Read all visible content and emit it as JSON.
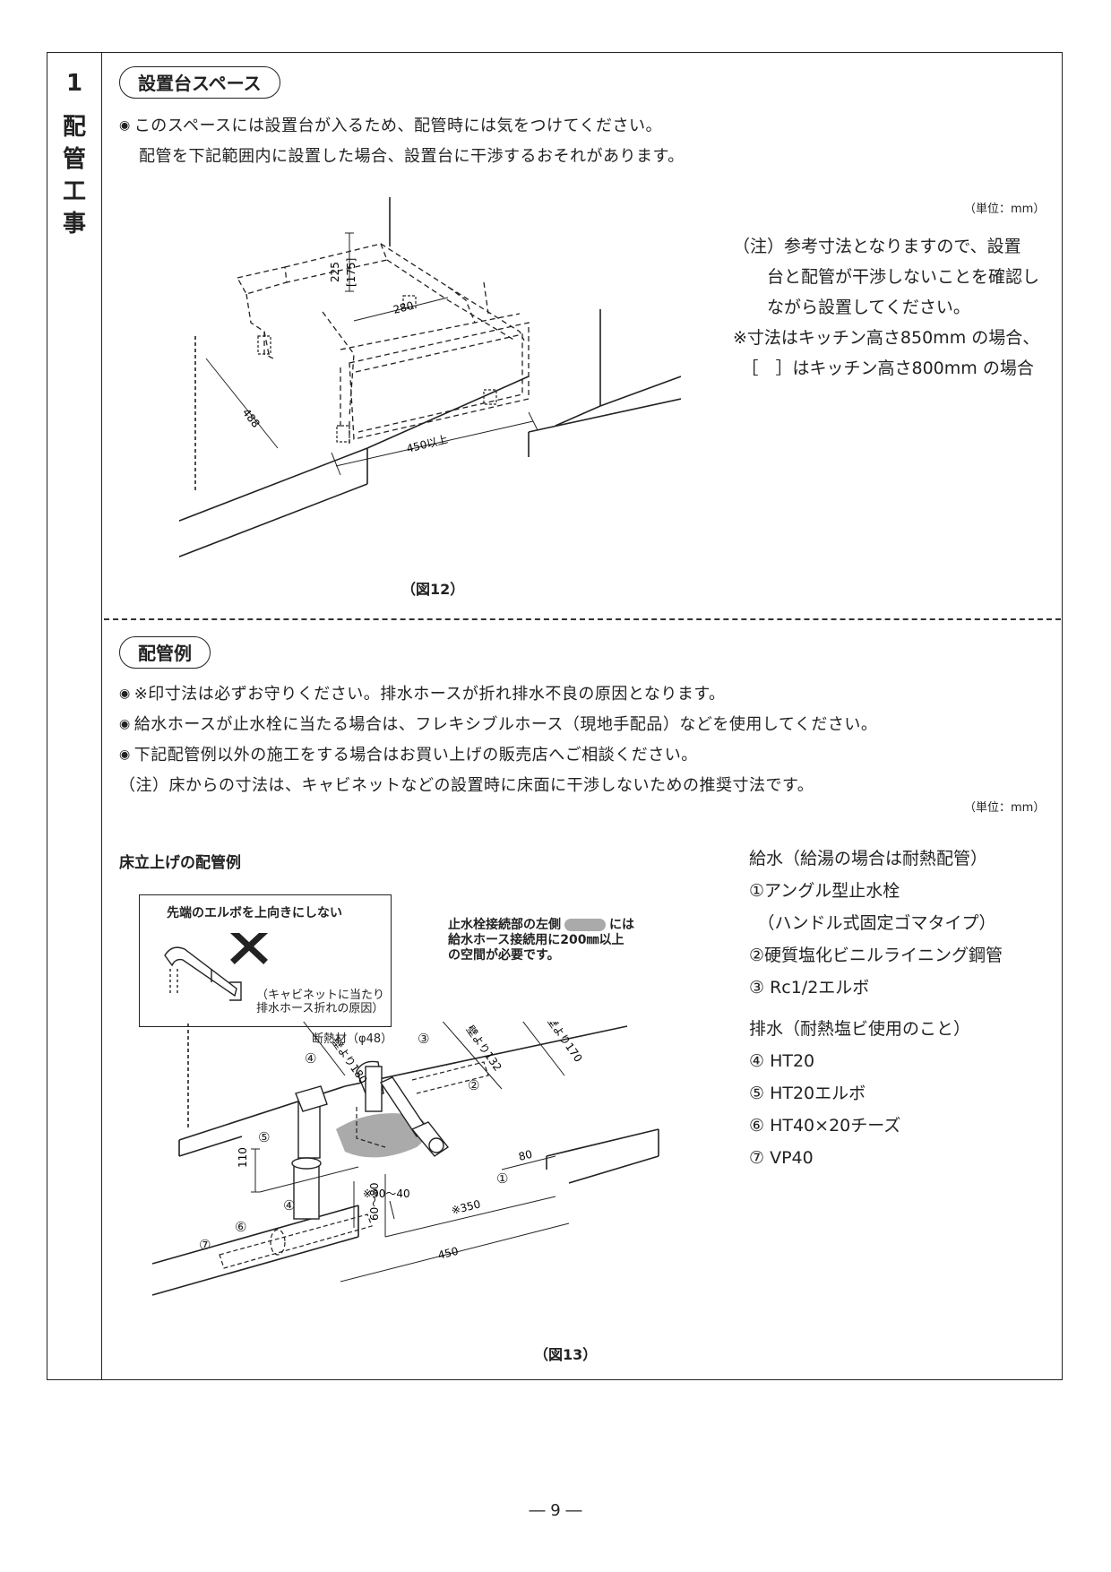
{
  "section": {
    "number": "1",
    "title": [
      "配",
      "管",
      "工",
      "事"
    ]
  },
  "space": {
    "heading": "設置台スペース",
    "lines": [
      "このスペースには設置台が入るため、配管時には気をつけてください。",
      "配管を下記範囲内に設置した場合、設置台に干渉するおそれがあります。"
    ],
    "unit": "（単位：mm）",
    "notes": [
      "（注）参考寸法となりますので、設置",
      "　　台と配管が干渉しないことを確認し",
      "　　ながら設置してください。",
      "※寸法はキッチン高さ850mm の場合、",
      "　［　］はキッチン高さ800mm の場合"
    ],
    "dims": {
      "d225": "225",
      "d175": "[175]",
      "d280": "280",
      "d488": "488",
      "d450": "450以上"
    },
    "figure_caption": "（図12）"
  },
  "piping": {
    "heading": "配管例",
    "lines": [
      "※印寸法は必ずお守りください。排水ホースが折れ排水不良の原因となります。",
      "給水ホースが止水栓に当たる場合は、フレキシブルホース（現地手配品）などを使用してください。",
      "下記配管例以外の施工をする場合はお買い上げの販売店へご相談ください。"
    ],
    "note": "（注）床からの寸法は、キャビネットなどの設置時に床面に干渉しないための推奨寸法です。",
    "unit": "（単位：mm）",
    "subheading": "床立上げの配管例",
    "warning": {
      "title": "先端のエルボを上向きにしない",
      "reason_1": "（キャビネットに当たり",
      "reason_2": "排水ホース折れの原因）"
    },
    "clearance_1": "止水栓接続部の左側",
    "clearance_1b": "には",
    "clearance_2": "給水ホース接続用に200㎜以上",
    "clearance_3": "の空間が必要です。",
    "labels": {
      "insulation": "断熱材（φ48）",
      "wall180": "壁より180",
      "wall132": "壁より132",
      "wall170": "壁より170",
      "d110": "110",
      "d30_40": "※30～40",
      "d60_80": "60～80",
      "d80": "80",
      "d350": "※350",
      "d450": "450",
      "n1": "①",
      "n2": "②",
      "n3": "③",
      "n4": "④",
      "n5": "⑤",
      "n6": "⑥",
      "n7": "⑦"
    },
    "legend": {
      "supply_title": "給水（給湯の場合は耐熱配管）",
      "supply": [
        "①アングル型止水栓",
        "　（ハンドル式固定ゴマタイプ）",
        "②硬質塩化ビニルライニング鋼管",
        "③ Rc1/2エルボ"
      ],
      "drain_title": "排水（耐熱塩ビ使用のこと）",
      "drain": [
        "④ HT20",
        "⑤ HT20エルボ",
        "⑥ HT40×20チーズ",
        "⑦ VP40"
      ]
    },
    "figure_caption": "（図13）"
  },
  "page_number": "― 9 ―"
}
